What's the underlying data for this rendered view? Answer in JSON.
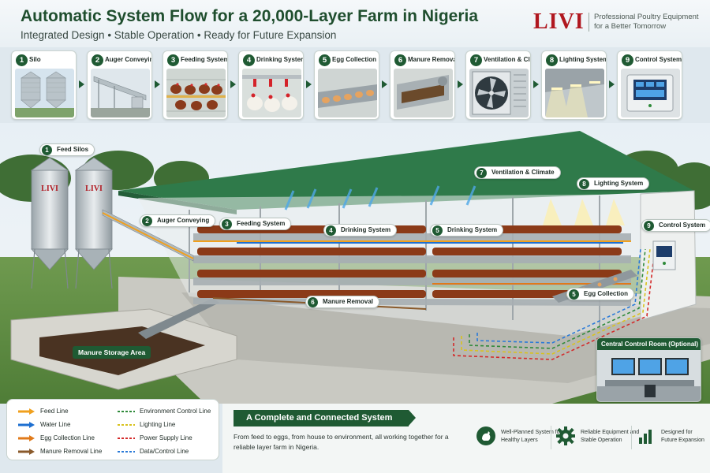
{
  "header": {
    "title": "Automatic System Flow for a 20,000-Layer Farm in Nigeria",
    "subtitle": "Integrated Design • Stable Operation • Ready for Future Expansion",
    "brand": "LIVI",
    "tagline": "Professional Poultry Equipment\nfor a Better Tomorrow"
  },
  "steps": [
    {
      "num": "1",
      "label": "Silo"
    },
    {
      "num": "2",
      "label": "Auger Conveying"
    },
    {
      "num": "3",
      "label": "Feeding System"
    },
    {
      "num": "4",
      "label": "Drinking System"
    },
    {
      "num": "5",
      "label": "Egg Collection"
    },
    {
      "num": "6",
      "label": "Manure Removal"
    },
    {
      "num": "7",
      "label": "Ventilation & Climate"
    },
    {
      "num": "8",
      "label": "Lighting System"
    },
    {
      "num": "9",
      "label": "Control System"
    }
  ],
  "scene": {
    "silo_brand": "LIVI",
    "callouts": {
      "feed_silos": {
        "num": "1",
        "label": "Feed Silos"
      },
      "auger": {
        "num": "2",
        "label": "Auger Conveying"
      },
      "feeding": {
        "num": "3",
        "label": "Feeding System"
      },
      "drinking_a": {
        "num": "4",
        "label": "Drinking System"
      },
      "drinking_b": {
        "num": "5",
        "label": "Drinking System"
      },
      "manure": {
        "num": "6",
        "label": "Manure Removal"
      },
      "egg_collection": {
        "num": "5",
        "label": "Egg Collection"
      },
      "ventilation": {
        "num": "7",
        "label": "Ventilation & Climate"
      },
      "lighting": {
        "num": "8",
        "label": "Lighting System"
      },
      "control": {
        "num": "9",
        "label": "Control System"
      }
    },
    "manure_storage": "Manure Storage Area",
    "control_room": "Central Control Room (Optional)"
  },
  "legend": [
    {
      "label": "Feed Line",
      "color": "#f0a01e",
      "style": "arrow"
    },
    {
      "label": "Water Line",
      "color": "#1e6fd0",
      "style": "arrow"
    },
    {
      "label": "Egg Collection Line",
      "color": "#e07a1a",
      "style": "arrow"
    },
    {
      "label": "Manure Removal Line",
      "color": "#8a5a2b",
      "style": "arrow"
    },
    {
      "label": "Environment Control Line",
      "color": "#2f8a3a",
      "style": "dashed"
    },
    {
      "label": "Lighting Line",
      "color": "#d8c21e",
      "style": "dashed"
    },
    {
      "label": "Power Supply Line",
      "color": "#d42a2a",
      "style": "dashed"
    },
    {
      "label": "Data/Control Line",
      "color": "#2a7ad8",
      "style": "dashed"
    }
  ],
  "bottom": {
    "banner": "A Complete and Connected System",
    "description": "From feed to eggs, from house to environment, all working together for a reliable layer farm in Nigeria.",
    "features": [
      {
        "icon": "hen-icon",
        "label": "Well-Planned System for Healthy Layers"
      },
      {
        "icon": "gear-icon",
        "label": "Reliable Equipment and Stable Operation"
      },
      {
        "icon": "bar-chart-icon",
        "label": "Designed for Future Expansion"
      }
    ]
  },
  "colors": {
    "primary_green": "#1f5a33",
    "brand_red": "#b0171f",
    "roof_green": "#2f7a4a"
  }
}
